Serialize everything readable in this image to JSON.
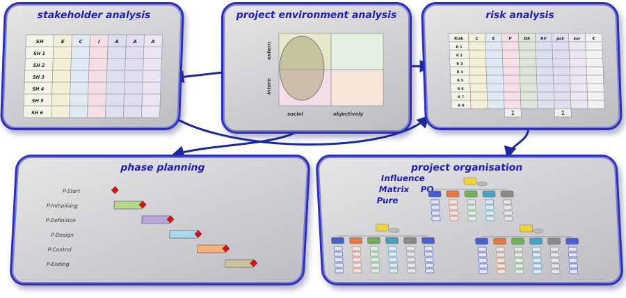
{
  "panels": {
    "stakeholder": "stakeholder analysis",
    "environment": "project environment analysis",
    "risk": "risk analysis",
    "phase": "phase planning",
    "organisation": "project organisation"
  },
  "stakeholder_table": {
    "headers": [
      "SH",
      "E",
      "C",
      "I",
      "A",
      "A",
      "A"
    ],
    "rows": [
      "SH 1",
      "SH 2",
      "SH 3",
      "SH 4",
      "SH 5",
      "SH 6"
    ]
  },
  "environment": {
    "axis_extern": "extern",
    "axis_intern": "intern",
    "axis_social": "social",
    "axis_objectively": "objectively"
  },
  "risk_table": {
    "headers": [
      "Risk",
      "C",
      "E",
      "P",
      "DA",
      "RV",
      "pck",
      "kor",
      "€"
    ],
    "rows": [
      "R 1",
      "R 2",
      "R 3",
      "R 4",
      "R 5",
      "R 6",
      "R 7",
      "R 8"
    ],
    "sum_symbol": "Σ"
  },
  "phases": [
    {
      "label": "P-Start",
      "start": 0,
      "end": 0,
      "color": "#d0d0d0"
    },
    {
      "label": "P-Initialising",
      "start": 0,
      "end": 1,
      "color": "#b5d98c"
    },
    {
      "label": "P-Definition",
      "start": 1,
      "end": 2,
      "color": "#b7a6db"
    },
    {
      "label": "P-Design",
      "start": 2,
      "end": 3,
      "color": "#a9d9ef"
    },
    {
      "label": "P-Control",
      "start": 3,
      "end": 4,
      "color": "#f7b27c"
    },
    {
      "label": "P-Ending",
      "start": 4,
      "end": 5,
      "color": "#c9c29a"
    }
  ],
  "organisation": {
    "types": [
      "Influence",
      "Matrix",
      "Pure"
    ],
    "po": "PO"
  }
}
